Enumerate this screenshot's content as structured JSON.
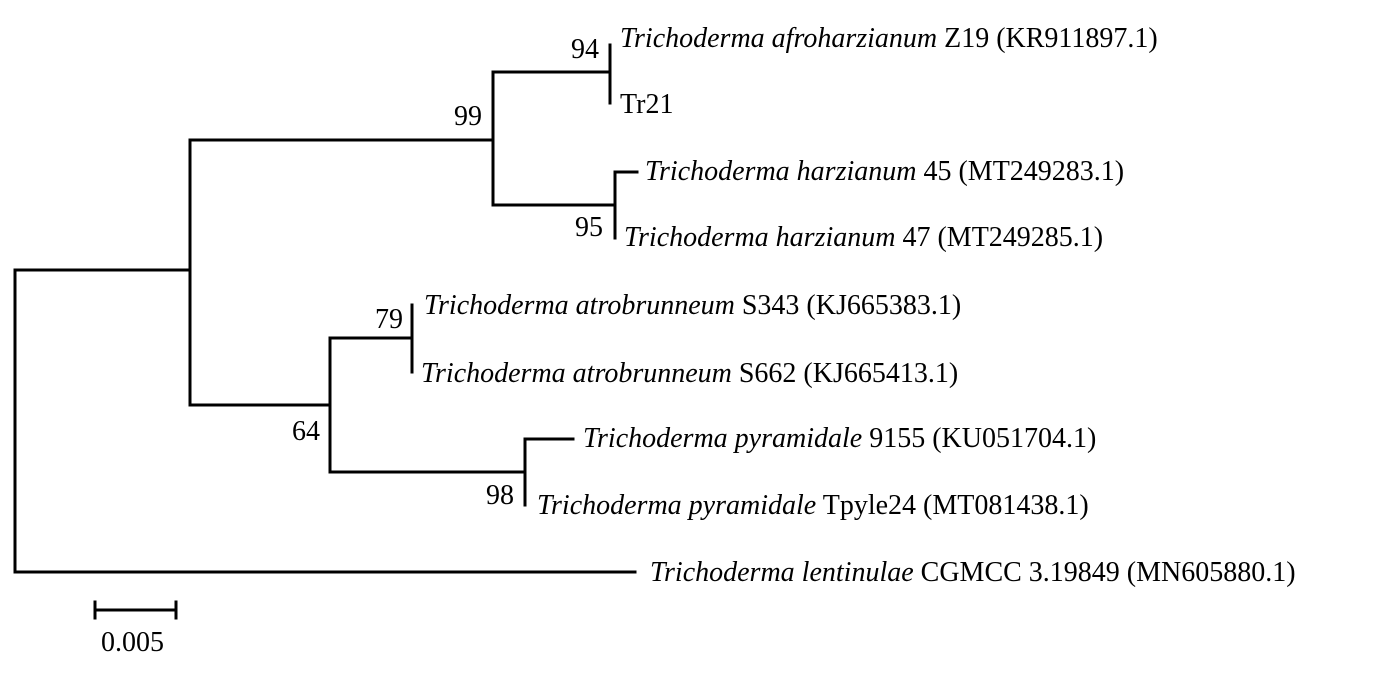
{
  "tree": {
    "colors": {
      "line": "#000000",
      "text": "#000000",
      "background": "#ffffff"
    },
    "taxa": [
      {
        "italic": "Trichoderma afroharzianum",
        "plain": " Z19 (KR911897.1)"
      },
      {
        "italic": "",
        "plain": "Tr21"
      },
      {
        "italic": "Trichoderma harzianum",
        "plain": " 45 (MT249283.1)"
      },
      {
        "italic": "Trichoderma harzianum",
        "plain": " 47 (MT249285.1)"
      },
      {
        "italic": "Trichoderma atrobrunneum",
        "plain": " S343 (KJ665383.1)"
      },
      {
        "italic": "Trichoderma atrobrunneum",
        "plain": " S662 (KJ665413.1)"
      },
      {
        "italic": "Trichoderma pyramidale",
        "plain": " 9155 (KU051704.1)"
      },
      {
        "italic": "Trichoderma pyramidale",
        "plain": " Tpyle24 (MT081438.1)"
      },
      {
        "italic": "Trichoderma lentinulae",
        "plain": " CGMCC 3.19849 (MN605880.1)"
      }
    ],
    "bootstrap": [
      "94",
      "99",
      "95",
      "79",
      "64",
      "98"
    ],
    "scale_label": "0.005"
  }
}
